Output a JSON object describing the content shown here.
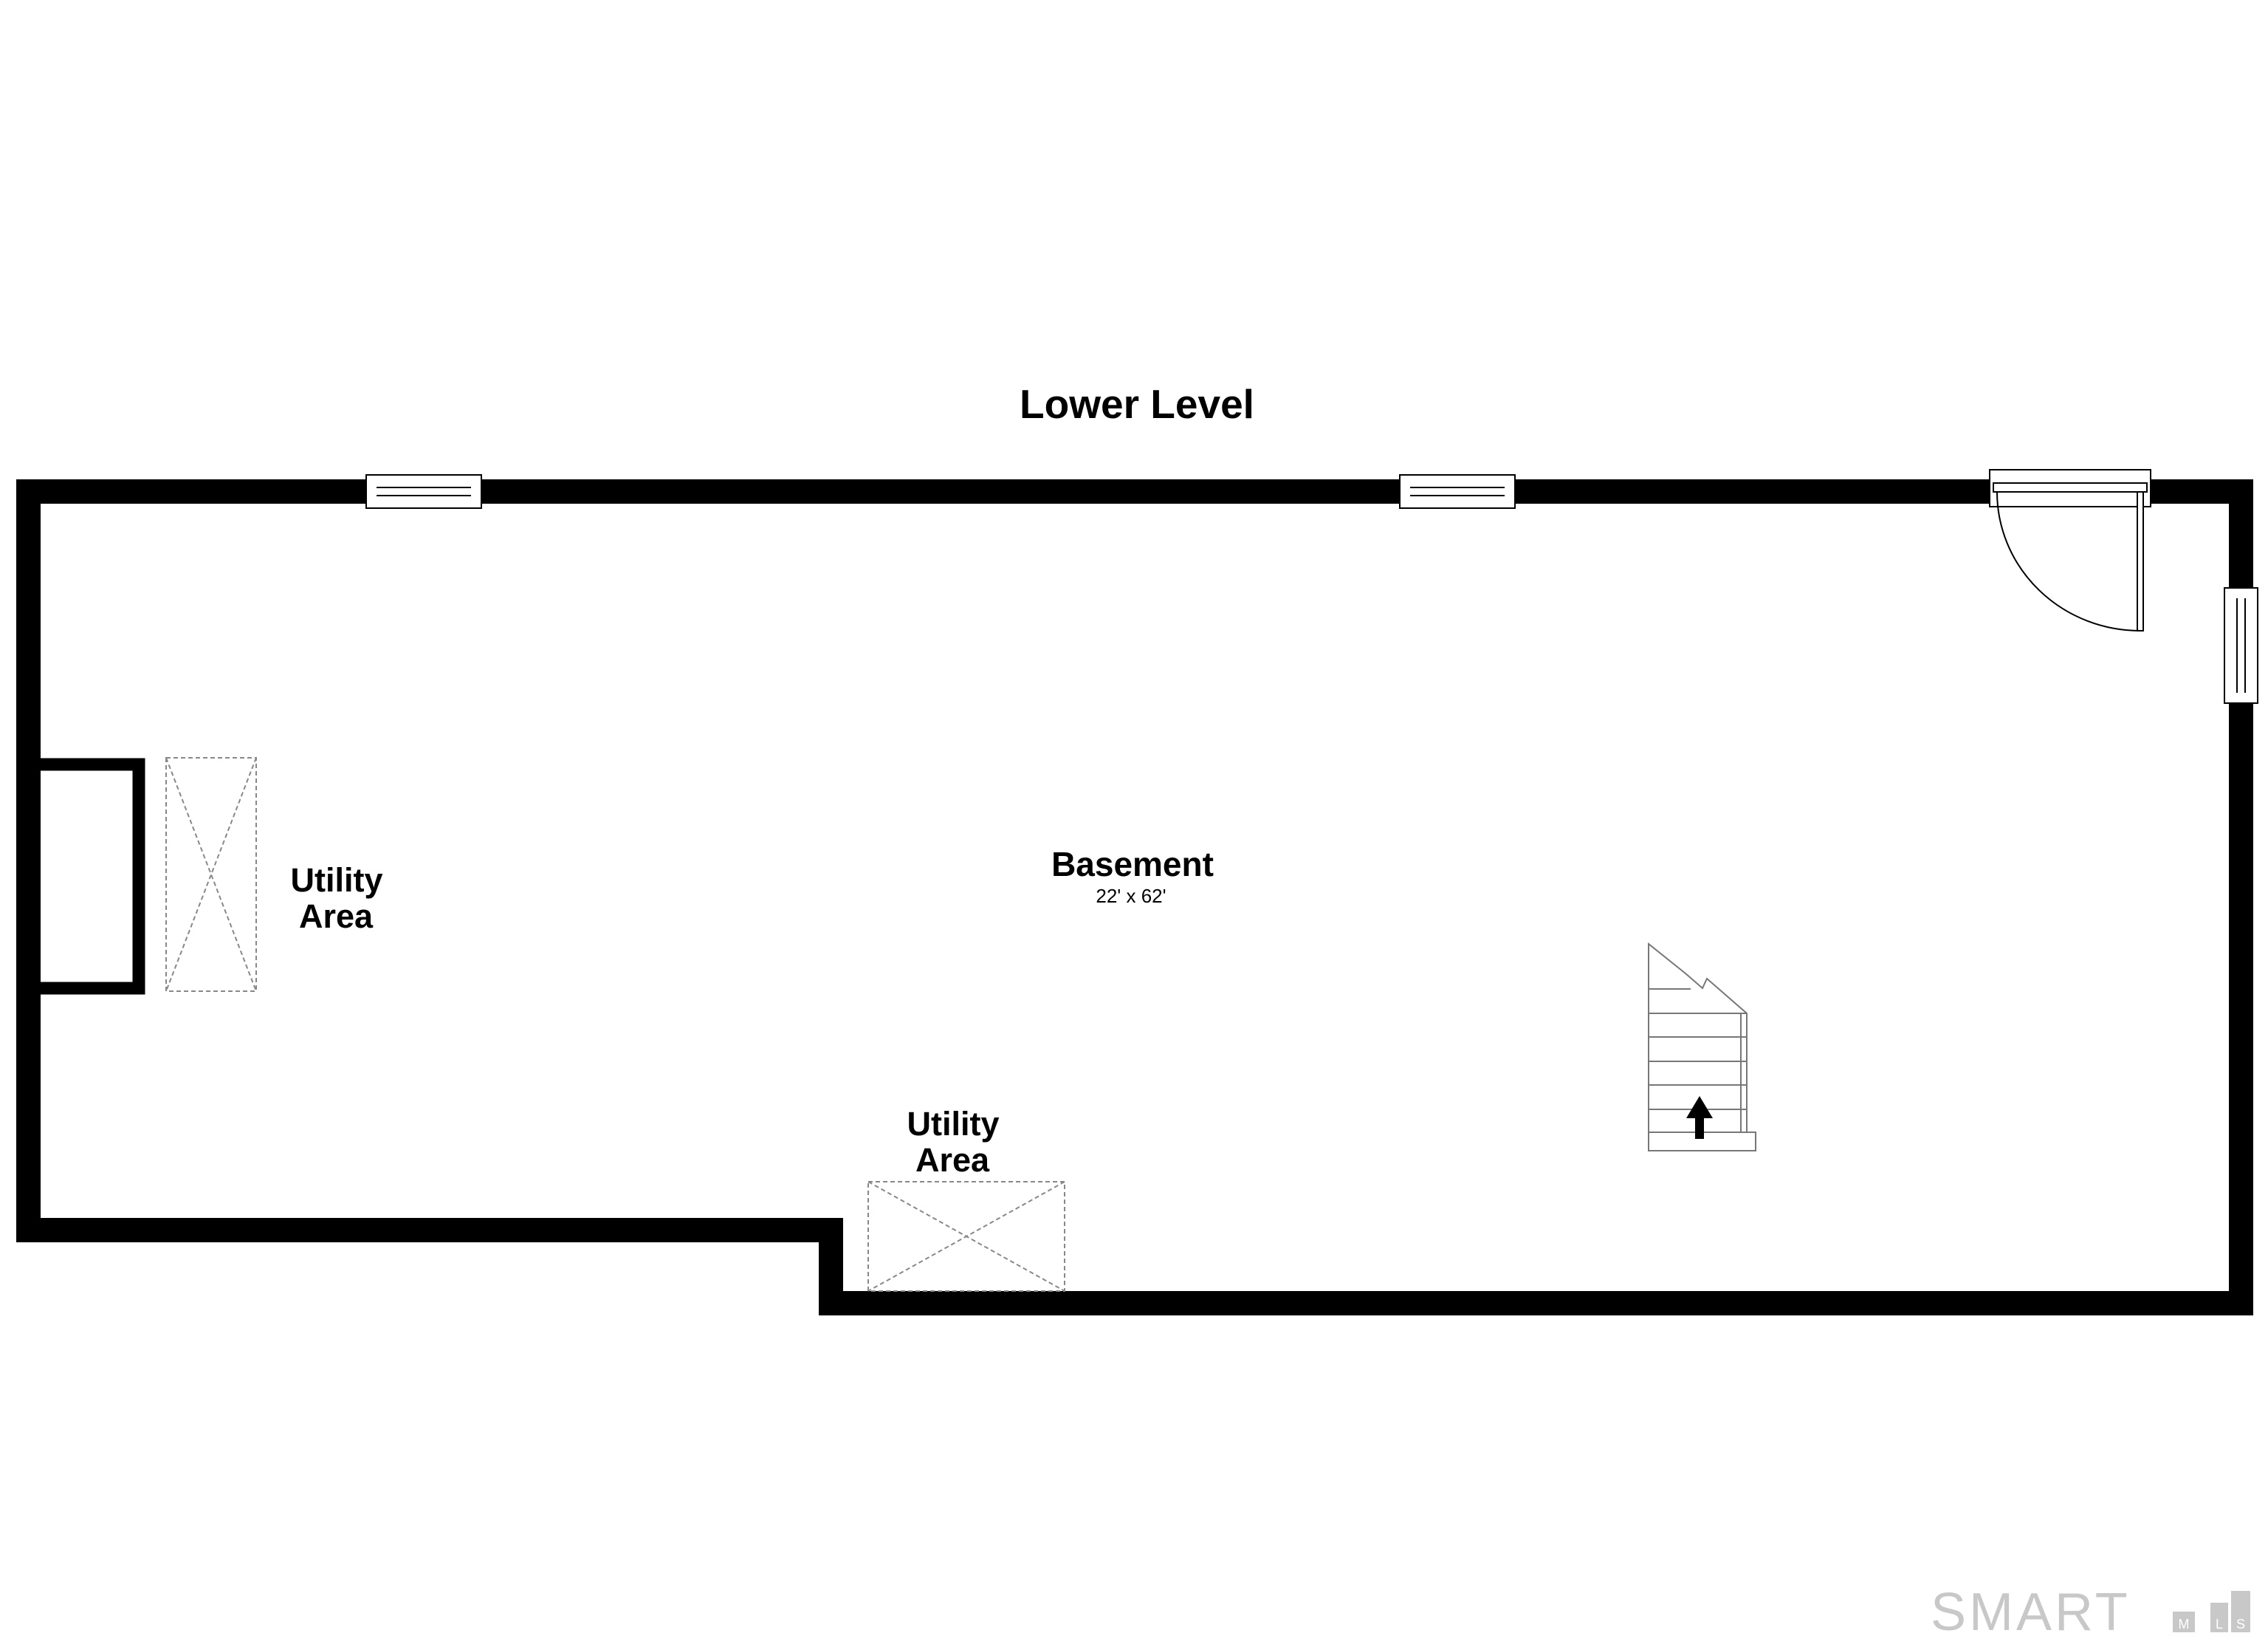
{
  "plan": {
    "level_title": "Lower Level",
    "rooms": [
      {
        "name": "Basement",
        "dimensions": "22' x 62'"
      }
    ],
    "utility_areas": [
      {
        "line1": "Utility",
        "line2": "Area"
      },
      {
        "line1": "Utility",
        "line2": "Area"
      }
    ]
  },
  "watermark": {
    "brand": "SMART",
    "letters": [
      "M",
      "L",
      "S"
    ]
  },
  "colors": {
    "wall": "#000000",
    "fixture_line": "#888888",
    "watermark": "#c8c8c8"
  }
}
